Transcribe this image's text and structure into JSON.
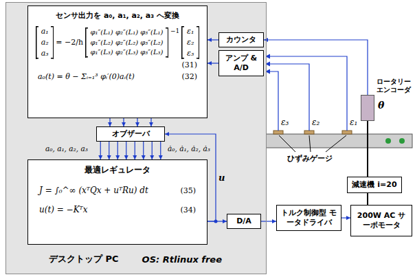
{
  "diagram": {
    "nodes": [
      {
        "text": [
          "デスクトップ PC",
          "OS: Rtlinux free"
        ]
      },
      {
        "text": [
          "センサ出力を a₀, a₁, a₂, a₃ へ変換",
          "a₁ a₂ a₃",
          "= −2/h",
          "φ₁″(L₁) φ₂″(L₁) φ₃″(L₁) φ₁″(L₂) φ₂″(L₂) φ₃″(L₂) φ₁″(L₃) φ₂″(L₃) φ₃″(L₃)",
          "−1",
          "ε₁ ε₂ ε₃",
          "(31)",
          "a₀(t) = θ − Σᵢ₌₁³ φᵢ′(0)aᵢ(t)",
          "(32)"
        ],
        "in": 0
      },
      {
        "text": [
          "カウンタ"
        ],
        "in": 0
      },
      {
        "text": [
          "アンプ & A/D"
        ],
        "in": 0
      },
      {
        "text": [
          "オブザーバ"
        ],
        "in": 0
      },
      {
        "text": [
          "最適レギュレータ",
          "J = ∫₀^∞ (xᵀQx + uᵀRu) dt",
          "(35)",
          "u(t) = −Kᵀx",
          "(34)"
        ],
        "in": 0
      },
      {
        "text": [
          "D/A"
        ],
        "in": 0
      },
      {
        "text": [
          "トルク制御型 モータドライバ"
        ]
      },
      {
        "text": [
          "200W AC サーボモータ"
        ]
      },
      {
        "text": [
          "減速機 i=20"
        ]
      },
      {
        "text": [
          "ロータリー エンコーダ",
          "θ"
        ]
      }
    ],
    "edges": [
      {
        "from": 10,
        "to": 2,
        "arrow": "to"
      },
      {
        "from": 2,
        "to": 1,
        "arrow": "to"
      },
      {
        "from": 3,
        "to": 1,
        "arrow": "to"
      },
      {
        "from": 1,
        "to": 4,
        "arrow": "to"
      },
      {
        "from": 4,
        "to": 5,
        "arrow": "to"
      },
      {
        "from": 5,
        "to": 6,
        "arrow": "to"
      },
      {
        "from": 5,
        "to": 4,
        "label": "u",
        "arrow": "to"
      },
      {
        "from": 6,
        "to": 7,
        "arrow": "to"
      },
      {
        "from": 7,
        "to": 8,
        "arrow": "to"
      },
      {
        "from": 8,
        "to": 9,
        "arrow": "none"
      },
      {
        "from": 9,
        "to": 10,
        "arrow": "none"
      }
    ],
    "labels": [
      "a₀, a₁, a₂, a₃",
      "ȧ₀, ȧ₁, ȧ₂, ȧ₃",
      "ε₃",
      "ε₂",
      "ε₁",
      "ひずみゲージ"
    ]
  }
}
